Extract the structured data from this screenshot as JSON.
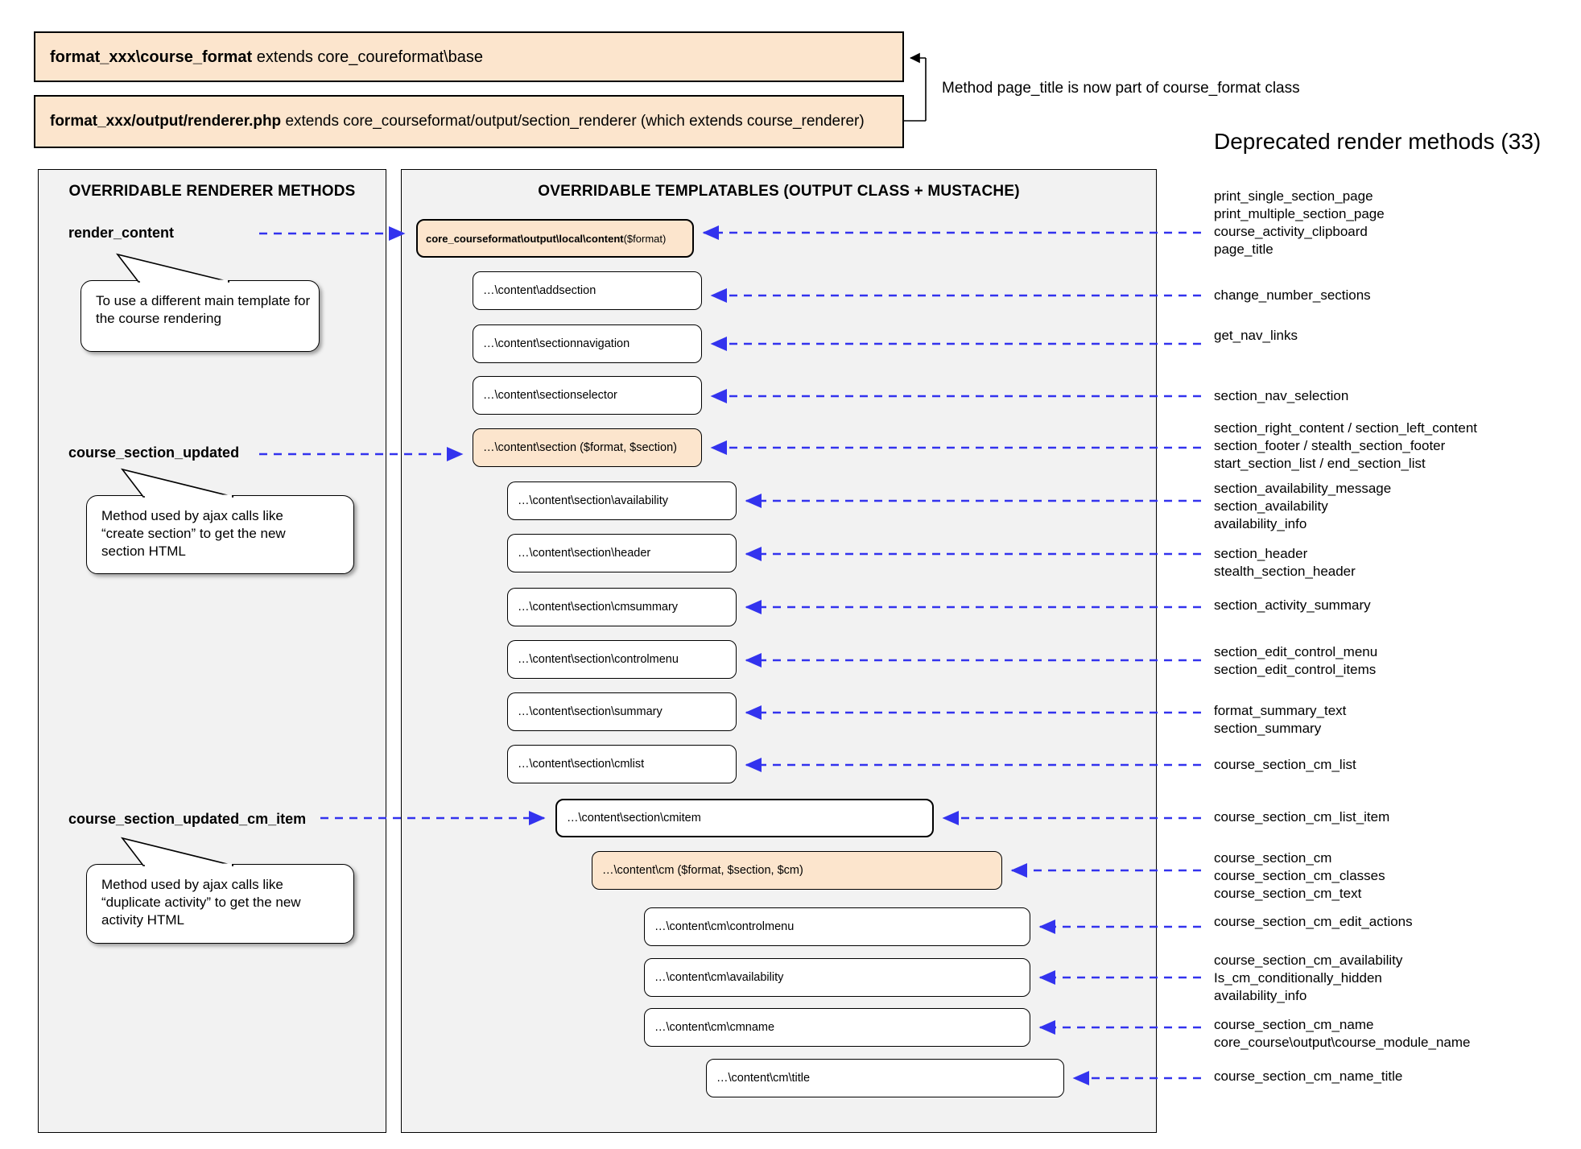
{
  "top": {
    "box1": {
      "bold": "format_xxx\\course_format",
      "rest": " extends core_coureformat\\base"
    },
    "box2": {
      "bold": "format_xxx/output/renderer.php",
      "rest": " extends core_courseformat/output/section_renderer (which extends course_renderer)"
    },
    "note": "Method page_title is now part of course_format class",
    "deprecated_title": "Deprecated render methods (33)"
  },
  "left_panel": {
    "title": "OVERRIDABLE RENDERER METHODS",
    "methods": [
      {
        "name": "render_content",
        "bubble": [
          "To use a different main template for",
          "the course rendering",
          ""
        ]
      },
      {
        "name": "course_section_updated",
        "bubble": [
          "Method used by ajax calls like",
          "“create section” to get the new",
          "section HTML"
        ]
      },
      {
        "name": "course_section_updated_cm_item",
        "bubble": [
          "Method used by ajax calls like",
          "“duplicate activity” to get the new",
          "activity HTML"
        ]
      }
    ]
  },
  "middle_panel": {
    "title": "OVERRIDABLE TEMPLATABLES (OUTPUT CLASS + MUSTACHE)",
    "boxes": [
      {
        "bold": "core_courseformat\\output\\local\\content",
        "rest": " ($format)"
      },
      {
        "label": "…\\content\\addsection"
      },
      {
        "label": "…\\content\\sectionnavigation"
      },
      {
        "label": "…\\content\\sectionselector"
      },
      {
        "label": "…\\content\\section ($format, $section)"
      },
      {
        "label": "…\\content\\section\\availability"
      },
      {
        "label": "…\\content\\section\\header"
      },
      {
        "label": "…\\content\\section\\cmsummary"
      },
      {
        "label": "…\\content\\section\\controlmenu"
      },
      {
        "label": "…\\content\\section\\summary"
      },
      {
        "label": "…\\content\\section\\cmlist"
      },
      {
        "label": "…\\content\\section\\cmitem"
      },
      {
        "label": "…\\content\\cm ($format, $section, $cm)"
      },
      {
        "label": "…\\content\\cm\\controlmenu"
      },
      {
        "label": "…\\content\\cm\\availability"
      },
      {
        "label": "…\\content\\cm\\cmname"
      },
      {
        "label": "…\\content\\cm\\title"
      }
    ]
  },
  "deprecated_methods": {
    "groups": [
      [
        "print_single_section_page",
        "print_multiple_section_page",
        "course_activity_clipboard",
        "page_title"
      ],
      [
        "change_number_sections"
      ],
      [
        "get_nav_links"
      ],
      [
        "section_nav_selection"
      ],
      [
        "section_right_content / section_left_content",
        "section_footer / stealth_section_footer",
        "start_section_list / end_section_list"
      ],
      [
        "section_availability_message",
        "section_availability",
        "availability_info"
      ],
      [
        "section_header",
        "stealth_section_header"
      ],
      [
        "section_activity_summary"
      ],
      [
        "section_edit_control_menu",
        "section_edit_control_items"
      ],
      [
        "format_summary_text",
        "section_summary"
      ],
      [
        "course_section_cm_list"
      ],
      [
        "course_section_cm_list_item"
      ],
      [
        "course_section_cm",
        "course_section_cm_classes",
        "course_section_cm_text"
      ],
      [
        "course_section_cm_edit_actions"
      ],
      [
        "course_section_cm_availability",
        "Is_cm_conditionally_hidden",
        "availability_info"
      ],
      [
        "course_section_cm_name",
        "core_course\\output\\course_module_name"
      ],
      [
        "course_section_cm_name_title"
      ]
    ]
  },
  "colors": {
    "accent_orange": "#fce5cd",
    "arrow_blue": "#3333ee",
    "panel_gray": "#f2f2f2"
  }
}
